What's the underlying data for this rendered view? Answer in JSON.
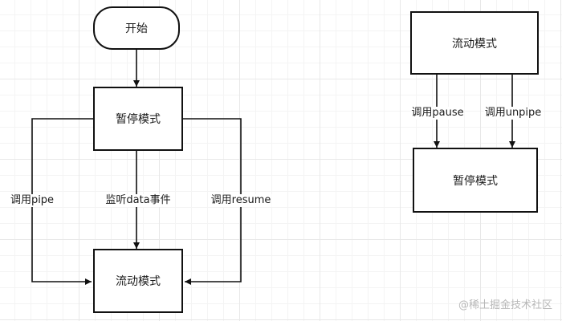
{
  "left_flow": {
    "start": "开始",
    "paused": "暂停模式",
    "flowing": "流动模式",
    "edges": {
      "pipe": "调用pipe",
      "data_event": "监听data事件",
      "resume": "调用resume"
    }
  },
  "right_flow": {
    "flowing": "流动模式",
    "paused": "暂停模式",
    "edges": {
      "pause": "调用pause",
      "unpipe": "调用unpipe"
    }
  },
  "watermark": "@稀土掘金技术社区"
}
